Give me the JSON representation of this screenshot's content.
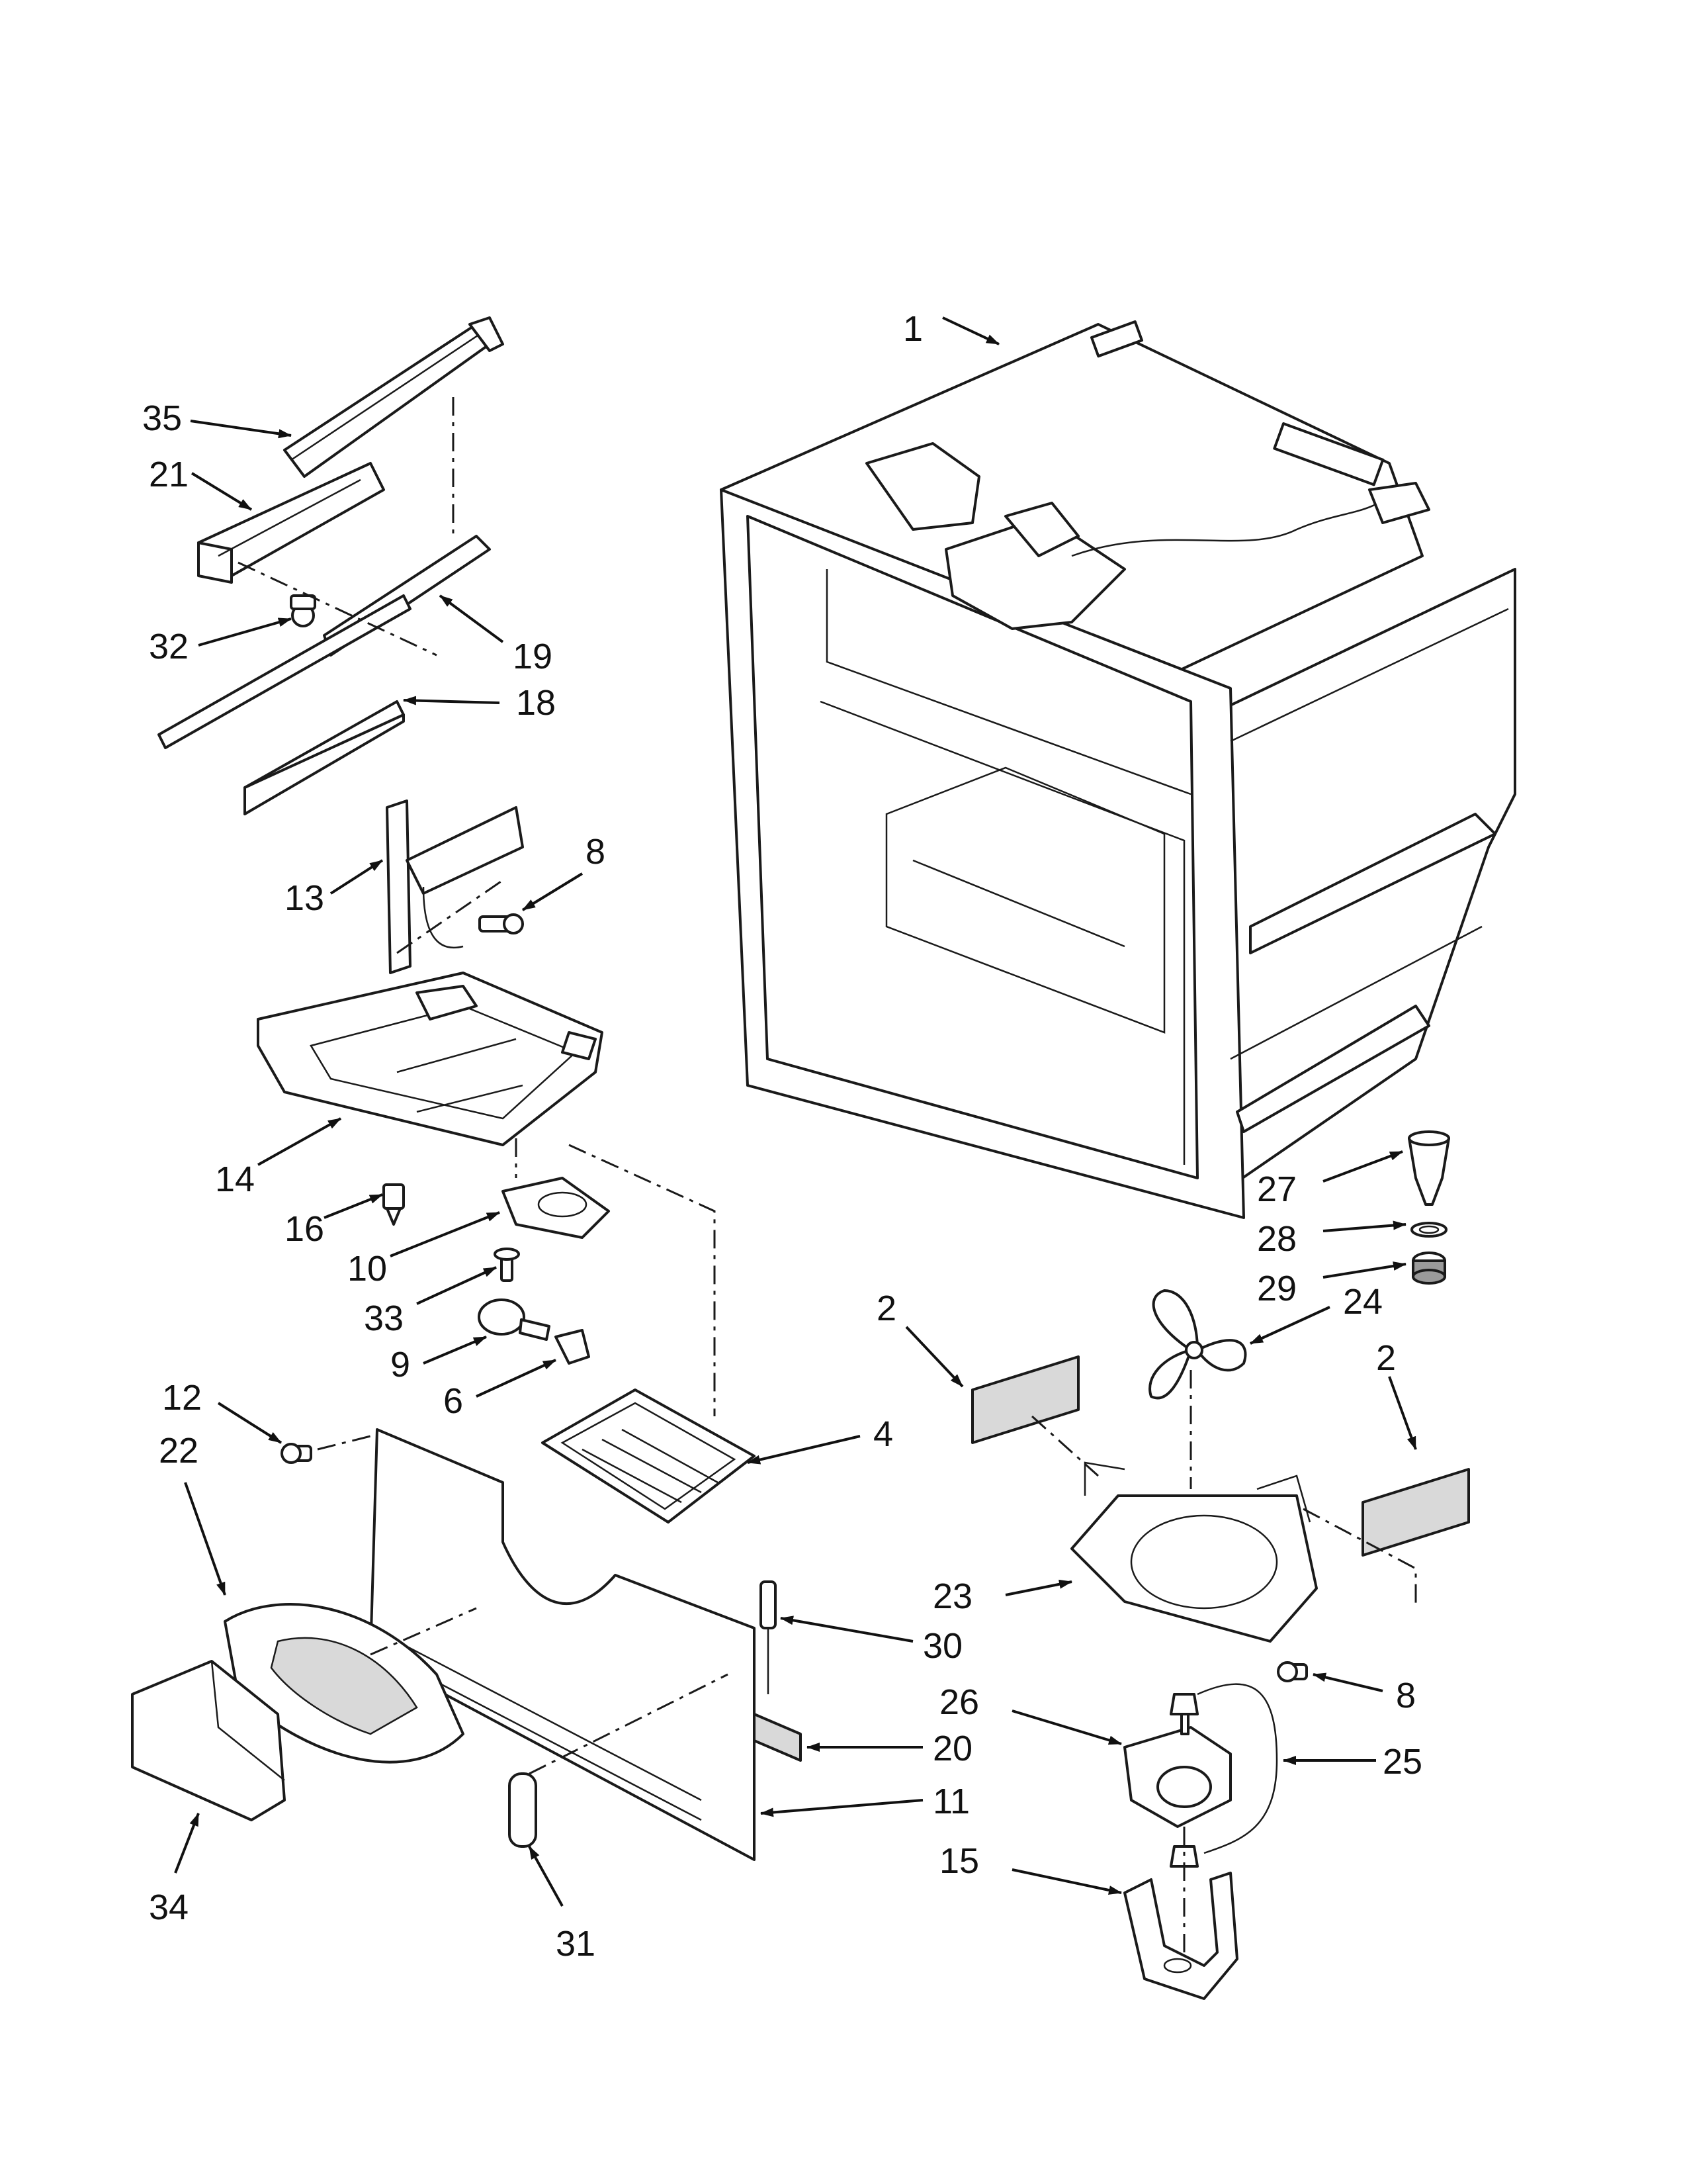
{
  "diagram": {
    "colors": {
      "ink": "#111111",
      "background": "#ffffff"
    },
    "parts": [
      {
        "id": "p1",
        "label": "1"
      },
      {
        "id": "p2a",
        "label": "2"
      },
      {
        "id": "p2b",
        "label": "2"
      },
      {
        "id": "p4",
        "label": "4"
      },
      {
        "id": "p6",
        "label": "6"
      },
      {
        "id": "p8a",
        "label": "8"
      },
      {
        "id": "p8b",
        "label": "8"
      },
      {
        "id": "p9",
        "label": "9"
      },
      {
        "id": "p10",
        "label": "10"
      },
      {
        "id": "p11",
        "label": "11"
      },
      {
        "id": "p12",
        "label": "12"
      },
      {
        "id": "p13",
        "label": "13"
      },
      {
        "id": "p14",
        "label": "14"
      },
      {
        "id": "p15",
        "label": "15"
      },
      {
        "id": "p16",
        "label": "16"
      },
      {
        "id": "p18",
        "label": "18"
      },
      {
        "id": "p19",
        "label": "19"
      },
      {
        "id": "p20",
        "label": "20"
      },
      {
        "id": "p21",
        "label": "21"
      },
      {
        "id": "p22",
        "label": "22"
      },
      {
        "id": "p23",
        "label": "23"
      },
      {
        "id": "p24",
        "label": "24"
      },
      {
        "id": "p25",
        "label": "25"
      },
      {
        "id": "p26",
        "label": "26"
      },
      {
        "id": "p27",
        "label": "27"
      },
      {
        "id": "p28",
        "label": "28"
      },
      {
        "id": "p29",
        "label": "29"
      },
      {
        "id": "p30",
        "label": "30"
      },
      {
        "id": "p31",
        "label": "31"
      },
      {
        "id": "p32",
        "label": "32"
      },
      {
        "id": "p33",
        "label": "33"
      },
      {
        "id": "p34",
        "label": "34"
      },
      {
        "id": "p35",
        "label": "35"
      }
    ]
  }
}
